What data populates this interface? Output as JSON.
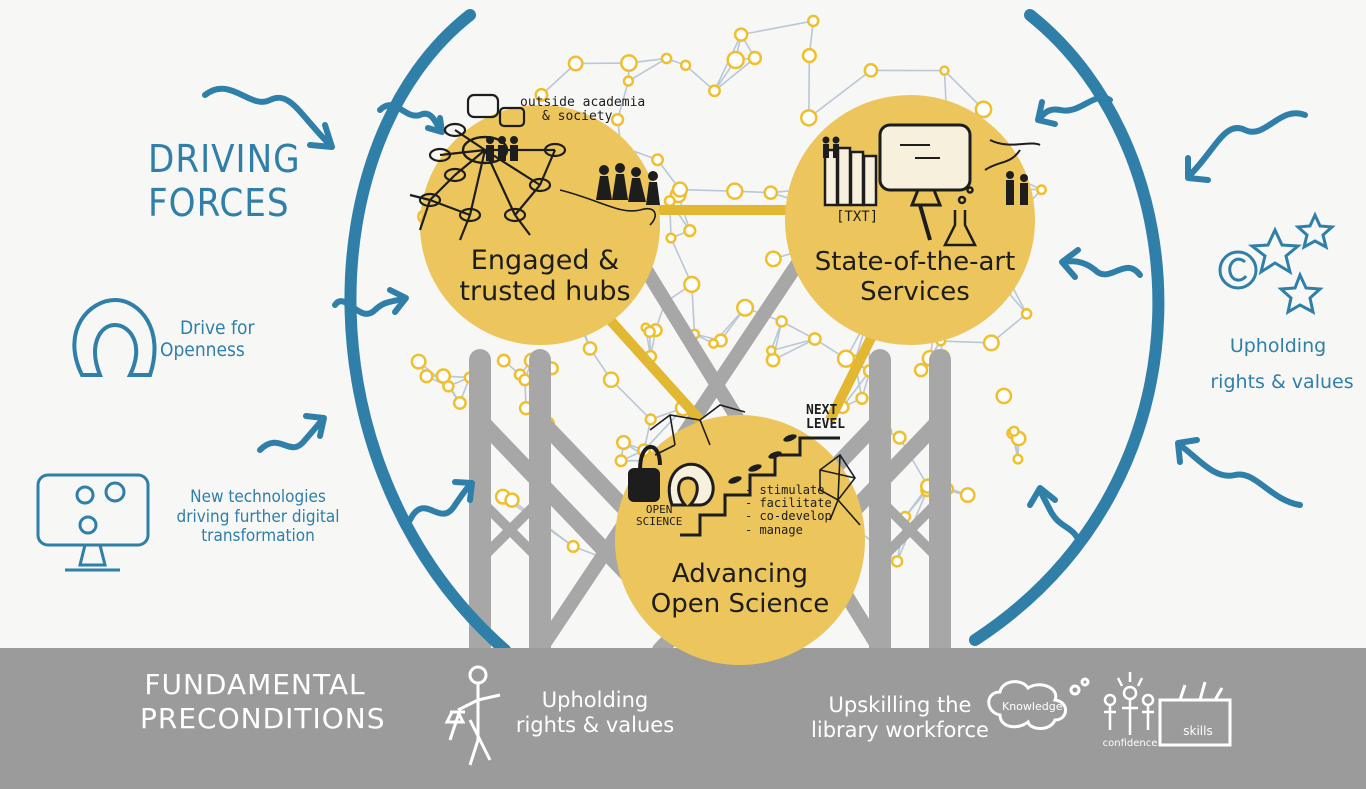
{
  "driving_forces": {
    "title_line1": "DRIVING",
    "title_line2": "FORCES",
    "openness_line1": "Drive for",
    "openness_line2": "Openness",
    "tech_line1": "New technologies",
    "tech_line2": "driving further digital",
    "tech_line3": "transformation"
  },
  "right_side": {
    "rights_line1": "Upholding",
    "rights_line2": "rights & values"
  },
  "circles": {
    "hubs": {
      "title_line1": "Engaged &",
      "title_line2": "trusted hubs",
      "note_line1": "outside academia",
      "note_line2": "& society"
    },
    "services": {
      "title_line1": "State-of-the-art",
      "title_line2": "Services",
      "txt_label": "[TXT]"
    },
    "open_science": {
      "title_line1": "Advancing",
      "title_line2": "Open Science",
      "next_level_line1": "NEXT",
      "next_level_line2": "LEVEL",
      "open_line1": "OPEN",
      "open_line2": "SCIENCE",
      "steps": [
        "- stimulate",
        "- facilitate",
        "- co-develop",
        "- manage"
      ]
    }
  },
  "preconditions": {
    "title_line1": "FUNDAMENTAL",
    "title_line2": "PRECONDITIONS",
    "rights_line1": "Upholding",
    "rights_line2": "rights & values",
    "upskilling_line1": "Upskilling the",
    "upskilling_line2": "library workforce",
    "knowledge": "Knowledge",
    "confidence": "confidence",
    "skills": "skills"
  },
  "colors": {
    "accent_blue": "#2f7fa8",
    "gold": "#ecc65c",
    "gold_ring": "#f0bf2e",
    "gray_band": "#9b9b9b",
    "tower_gray": "#a7a7a7",
    "net_line": "#b9c7d6"
  },
  "icons": [
    "wave-arrow-icon",
    "open-access-icon",
    "monitor-gears-icon",
    "copyright-icon",
    "star-icon",
    "justitia-icon",
    "cloud-icon",
    "people-icon",
    "toolbox-icon"
  ]
}
